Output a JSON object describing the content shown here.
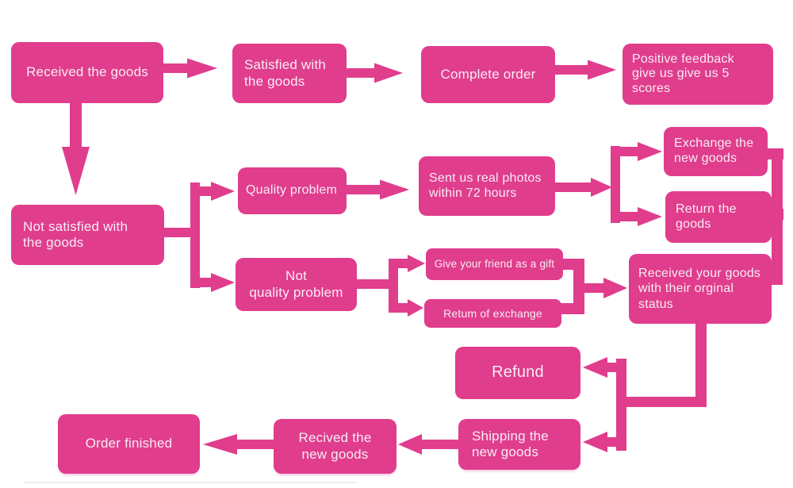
{
  "diagram": {
    "background_color": "#ffffff",
    "accent_color": "#e03d8d",
    "text_color": "#f8ecf4",
    "nodes": {
      "received_goods": {
        "label": "Received the goods"
      },
      "satisfied_goods": {
        "label": "Satisfied with\nthe goods"
      },
      "complete_order": {
        "label": "Complete order"
      },
      "positive_feedback": {
        "label": "Positive feedback\ngive us give us 5\nscores"
      },
      "not_satisfied": {
        "label": "Not satisfied with\nthe goods"
      },
      "quality_problem": {
        "label": "Quality problem"
      },
      "sent_photos": {
        "label": "Sent us real photos\nwithin 72 hours"
      },
      "exchange_new_goods": {
        "label": "Exchange the\nnew goods"
      },
      "return_goods": {
        "label": "Return the\ngoods"
      },
      "not_quality_problem": {
        "label": "Not\nquality problem"
      },
      "gift": {
        "label": "Give your friend as a gift"
      },
      "return_exchange": {
        "label": "Retum of exchange"
      },
      "received_original_status": {
        "label": "Received your goods\nwith their orginal\nstatus"
      },
      "refund": {
        "label": "Refund"
      },
      "shipping_new_goods": {
        "label": "Shipping the\nnew goods"
      },
      "recived_new_goods": {
        "label": "Recived the\nnew goods"
      },
      "order_finished": {
        "label": "Order finished"
      }
    }
  }
}
